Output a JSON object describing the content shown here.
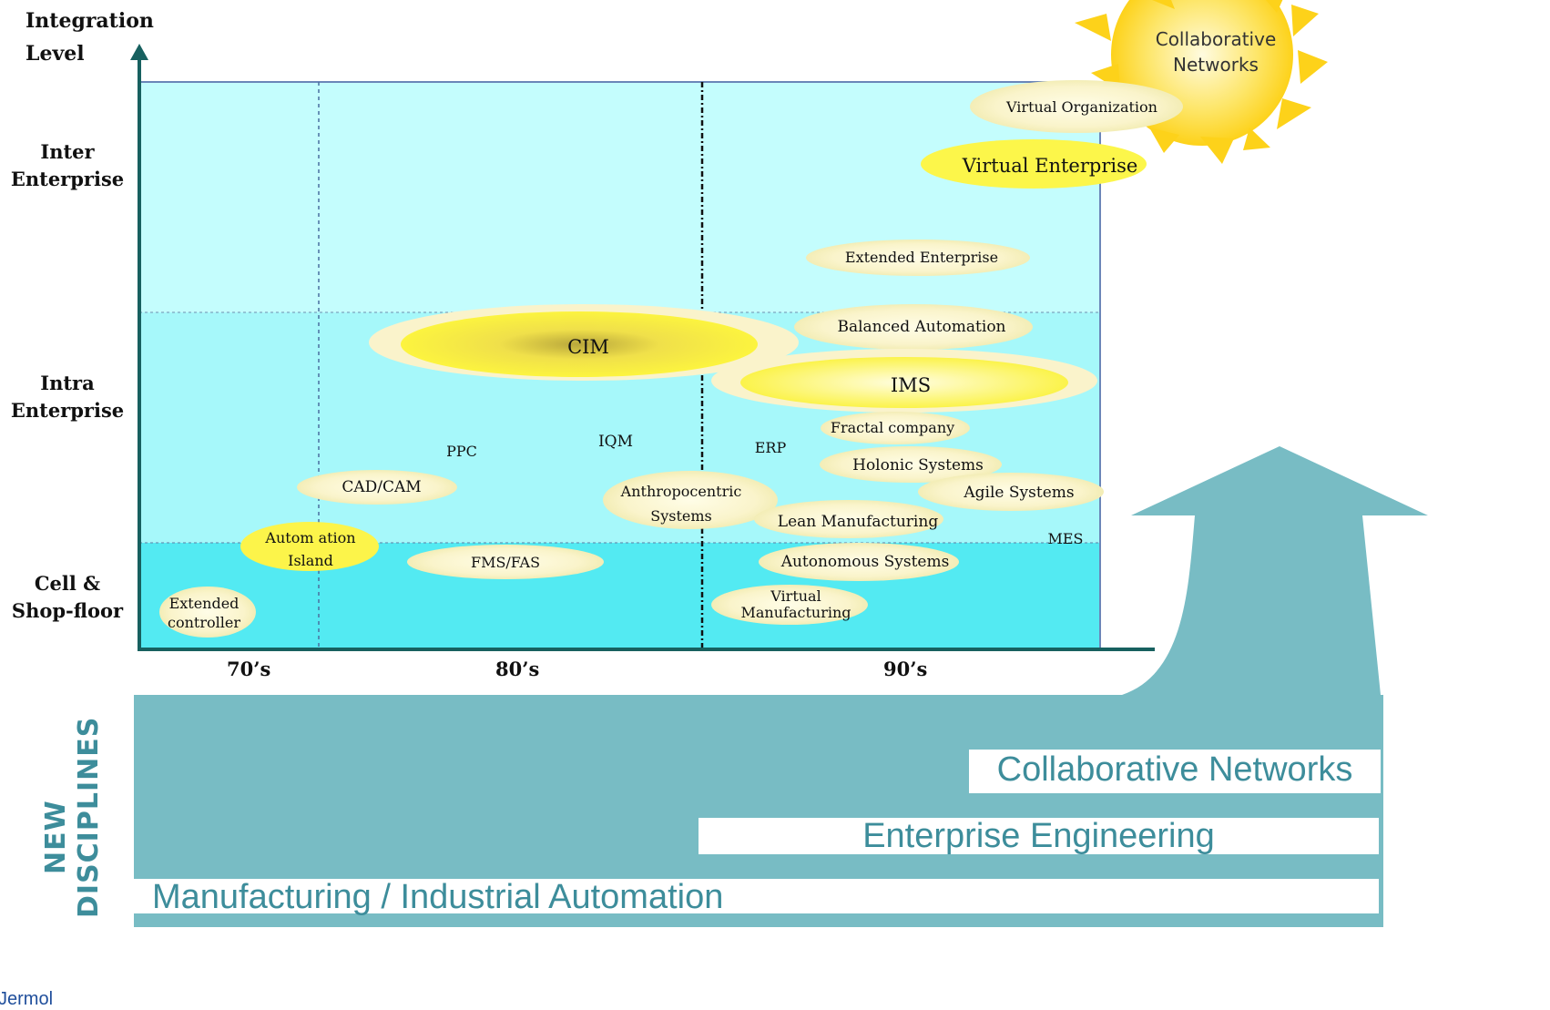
{
  "chart": {
    "title": "Integration\nLevel",
    "y_levels": [
      "Inter\nEnterprise",
      "Intra\nEnterprise",
      "Cell &\nShop-floor"
    ],
    "x_periods": [
      "70’s",
      "80’s",
      "90’s"
    ]
  },
  "sun_label": "Collaborative\nNetworks",
  "concepts": {
    "virtual_organization": "Virtual Organization",
    "virtual_enterprise": "Virtual Enterprise",
    "extended_enterprise": "Extended Enterprise",
    "balanced_automation": "Balanced Automation",
    "cim": "CIM",
    "ims": "IMS",
    "fractal_company": "Fractal company",
    "holonic_systems": "Holonic Systems",
    "agile_systems": "Agile Systems",
    "ppc": "PPC",
    "iqm": "IQM",
    "erp": "ERP",
    "cad_cam": "CAD/CAM",
    "anthropocentric": "Anthropocentric\nSystems",
    "lean_manufacturing": "Lean Manufacturing",
    "mes": "MES",
    "automation_island": "Autom ation\nIsland",
    "fms_fas": "FMS/FAS",
    "autonomous_systems": "Autonomous Systems",
    "extended_controller": "Extended\ncontroller",
    "virtual_manufacturing": "Virtual\nManufacturing"
  },
  "disciplines": {
    "side_label_line1": "NEW",
    "side_label_line2": "DISCIPLINES",
    "collaborative_networks": "Collaborative Networks",
    "enterprise_engineering": "Enterprise Engineering",
    "manufacturing": "Manufacturing / Industrial Automation"
  },
  "footer_author": "Jermol",
  "colors": {
    "band_teal": "#78bcc4",
    "text_teal": "#3d8d9b",
    "sky_light": "#c4fdfd",
    "sky_mid": "#a6f8fa",
    "sky_dark": "#53eaf2",
    "sun": "#fdd21a",
    "axis": "#17605f"
  }
}
